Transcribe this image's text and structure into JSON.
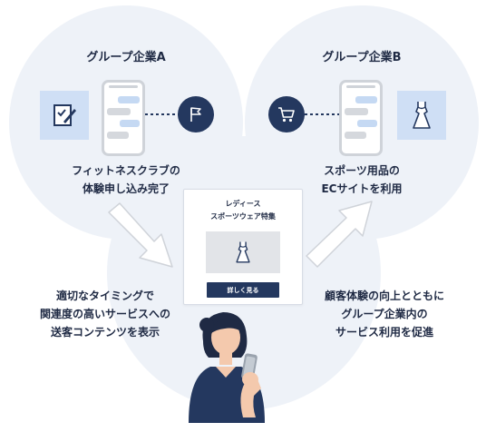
{
  "companyA": {
    "title": "グループ企業A",
    "caption_line1": "フィットネスクラブの",
    "caption_line2": "体験申し込み完了",
    "icons": [
      "form-icon",
      "smartphone-chat-icon",
      "flag-icon"
    ]
  },
  "companyB": {
    "title": "グループ企業B",
    "caption_line1": "スポーツ用品の",
    "caption_line2": "ECサイトを利用",
    "icons": [
      "shopping-cart-icon",
      "smartphone-chat-icon",
      "dress-icon"
    ]
  },
  "card": {
    "title_line1": "レディース",
    "title_line2": "スポーツウェア特集",
    "button_label": "詳しく見る",
    "image_icon": "dress-icon"
  },
  "left_text": {
    "line1": "適切なタイミングで",
    "line2": "関連度の高いサービスへの",
    "line3": "送客コンテンツを表示"
  },
  "right_text": {
    "line1": "顧客体験の向上とともに",
    "line2": "グループ企業内の",
    "line3": "サービス利用を促進"
  },
  "colors": {
    "circle_bg": "#eef2f8",
    "navy": "#24385f",
    "light_blue": "#cfdff5",
    "phone_gray": "#cfd3d9"
  }
}
